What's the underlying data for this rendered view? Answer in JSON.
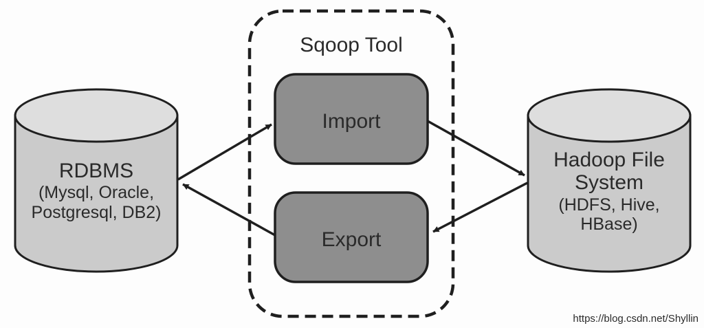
{
  "diagram": {
    "group": {
      "title": "Sqoop Tool"
    },
    "nodes": {
      "rdbms": {
        "title": "RDBMS",
        "sub_line1": "(Mysql, Oracle,",
        "sub_line2": "Postgresql, DB2)"
      },
      "hadoop": {
        "title_line1": "Hadoop File",
        "title_line2": "System",
        "sub_line1": "(HDFS, Hive,",
        "sub_line2": "HBase)"
      },
      "import_box": {
        "label": "Import"
      },
      "export_box": {
        "label": "Export"
      }
    },
    "edges": [
      {
        "from": "rdbms",
        "to": "import_box"
      },
      {
        "from": "import_box",
        "to": "hadoop"
      },
      {
        "from": "hadoop",
        "to": "export_box"
      },
      {
        "from": "export_box",
        "to": "rdbms"
      }
    ],
    "watermark": "https://blog.csdn.net/Shyllin",
    "colors": {
      "cylinder_body_fill": "#cbcbcb",
      "cylinder_top_fill": "#dedede",
      "process_box_fill": "#8e8e8e",
      "stroke": "#1f1f1f",
      "text": "#2a2a2a",
      "watermark_color": "#e4e4e4",
      "background": "#fdfdfd"
    }
  }
}
